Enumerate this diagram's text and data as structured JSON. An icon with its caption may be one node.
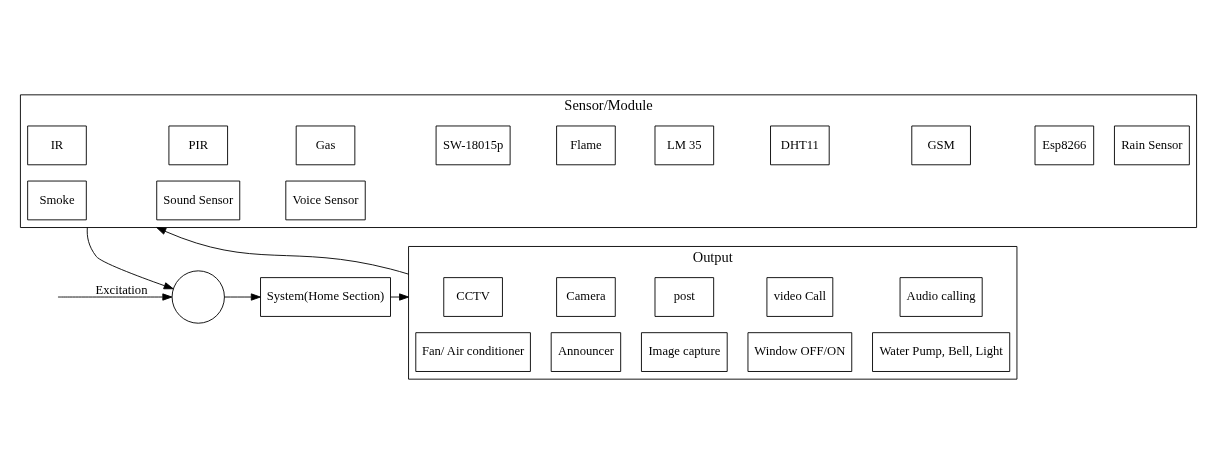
{
  "diagram": {
    "nodes": [
      {
        "text": [],
        "shape": "circle"
      },
      {
        "text": [
          "System(Home Section)"
        ]
      },
      {
        "text": [
          "Output"
        ]
      },
      {
        "text": [
          "CCTV"
        ],
        "in": 2
      },
      {
        "text": [
          "Camera"
        ],
        "in": 2
      },
      {
        "text": [
          "post"
        ],
        "in": 2
      },
      {
        "text": [
          "video Call"
        ],
        "in": 2
      },
      {
        "text": [
          "Audio calling"
        ],
        "in": 2
      },
      {
        "text": [
          "Fan/ Air conditioner"
        ],
        "in": 2
      },
      {
        "text": [
          "Announcer"
        ],
        "in": 2
      },
      {
        "text": [
          "Image capture"
        ],
        "in": 2
      },
      {
        "text": [
          "Window OFF/ON"
        ],
        "in": 2
      },
      {
        "text": [
          "Water Pump, Bell, Light"
        ],
        "in": 2
      },
      {
        "text": [
          "Sensor/Module"
        ]
      },
      {
        "text": [
          "IR"
        ],
        "in": 13
      },
      {
        "text": [
          "PIR"
        ],
        "in": 13
      },
      {
        "text": [
          "Gas"
        ],
        "in": 13
      },
      {
        "text": [
          "SW-18015p"
        ],
        "in": 13
      },
      {
        "text": [
          "Flame"
        ],
        "in": 13
      },
      {
        "text": [
          "LM 35"
        ],
        "in": 13
      },
      {
        "text": [
          "DHT11"
        ],
        "in": 13
      },
      {
        "text": [
          "GSM"
        ],
        "in": 13
      },
      {
        "text": [
          "Esp8266"
        ],
        "in": 13
      },
      {
        "text": [
          "Rain Sensor"
        ],
        "in": 13
      },
      {
        "text": [
          "Smoke"
        ],
        "in": 13
      },
      {
        "text": [
          "Sound Sensor"
        ],
        "in": 13
      },
      {
        "text": [
          "Voice Sensor"
        ],
        "in": 13
      }
    ],
    "edges": [
      {
        "from": null,
        "to": 0,
        "arrow": "to",
        "label": "Excitation"
      },
      {
        "from": 0,
        "to": 1,
        "arrow": "to"
      },
      {
        "from": 1,
        "to": 2,
        "arrow": "to"
      },
      {
        "from": 2,
        "to": 13,
        "arrow": "to"
      },
      {
        "from": 13,
        "to": 0,
        "arrow": "to"
      }
    ]
  }
}
